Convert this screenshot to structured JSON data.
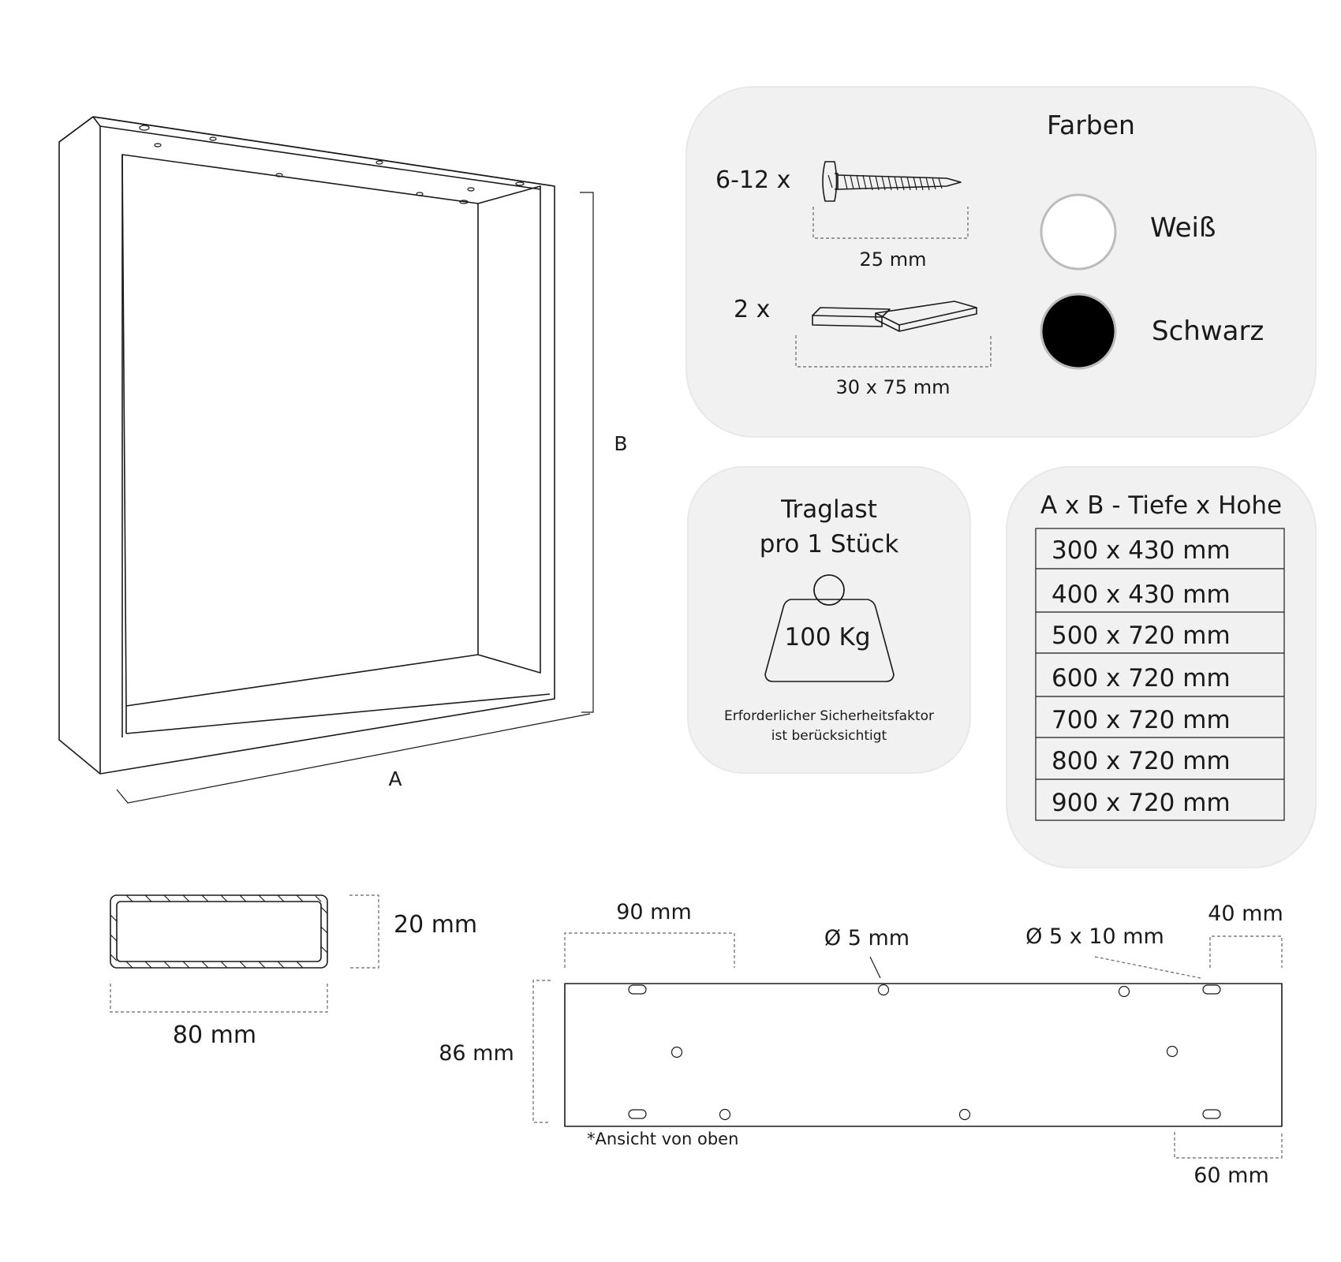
{
  "frame": {
    "label_a": "A",
    "label_b": "B"
  },
  "accessories": {
    "screw_qty": "6-12 x",
    "screw_length": "25 mm",
    "pad_qty": "2 x",
    "pad_size": "30 x 75 mm"
  },
  "colors": {
    "title": "Farben",
    "options": [
      {
        "name": "Weiß",
        "hex": "#ffffff"
      },
      {
        "name": "Schwarz",
        "hex": "#000000"
      }
    ]
  },
  "load": {
    "title_line1": "Traglast",
    "title_line2": "pro 1 Stück",
    "weight": "100 Kg",
    "note_line1": "Erforderlicher Sicherheitsfaktor",
    "note_line2": "ist berücksichtigt"
  },
  "sizes": {
    "title": "A x B - Tiefe x Hohe",
    "rows": [
      "300 x 430 mm",
      "400 x 430 mm",
      "500 x 720 mm",
      "600 x 720 mm",
      "700 x 720 mm",
      "800 x 720 mm",
      "900 x 720 mm"
    ]
  },
  "profile": {
    "height": "20 mm",
    "width": "80 mm"
  },
  "plate": {
    "dim_90": "90 mm",
    "hole_round": "Ø 5 mm",
    "hole_slot": "Ø 5 x 10 mm",
    "dim_40": "40 mm",
    "dim_86": "86 mm",
    "dim_60": "60 mm",
    "note": "*Ansicht von oben"
  }
}
